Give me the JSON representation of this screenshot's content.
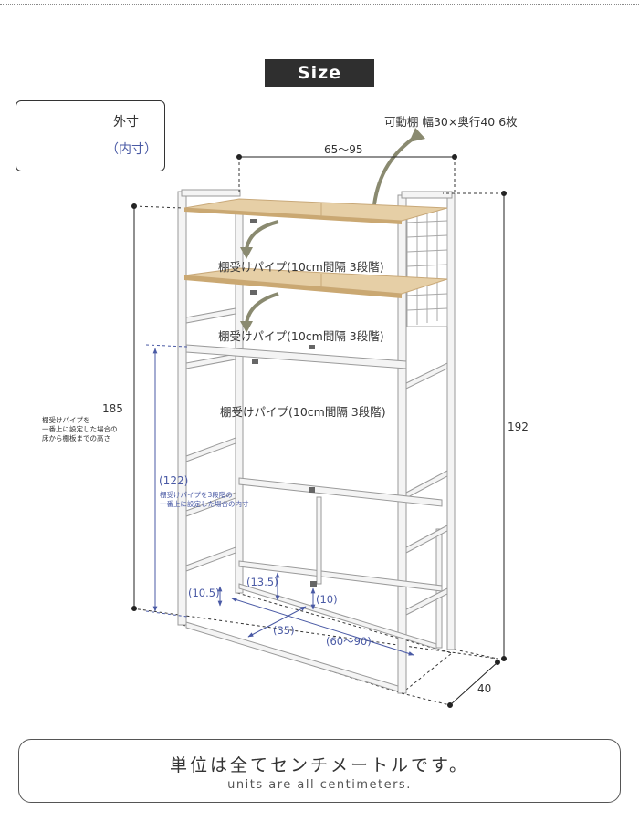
{
  "title": "Size",
  "legend": {
    "outer": "外寸",
    "inner": "（内寸）"
  },
  "dims": {
    "width_outer": "65〜95",
    "shelf_note": "可動棚 幅30×奥行40 6枚",
    "pipe_label": "棚受けパイプ(10cm間隔 3段階)",
    "height_185": "185",
    "height_185_note": [
      "棚受けパイプを",
      "一番上に設定した場合の",
      "床から棚板までの高さ"
    ],
    "height_122": "(122)",
    "height_122_note": [
      "棚受けパイプを3段階の",
      "一番上に設定した場合の内寸"
    ],
    "height_192": "192",
    "d_105": "(10.5)",
    "d_135": "(13.5)",
    "d_10": "(10)",
    "d_35": "(35)",
    "d_6090": "(60〜90)",
    "depth_40": "40"
  },
  "footer": {
    "jp": "単位は全てセンチメートルです。",
    "en": "units are all centimeters."
  },
  "colors": {
    "frame": "#f3f3f3",
    "frame_stroke": "#9a9a9a",
    "shelf": "#e6cfa6",
    "shelf_edge": "#c8a878",
    "arrow": "#8a8a70",
    "inner": "#4a5aa5"
  }
}
